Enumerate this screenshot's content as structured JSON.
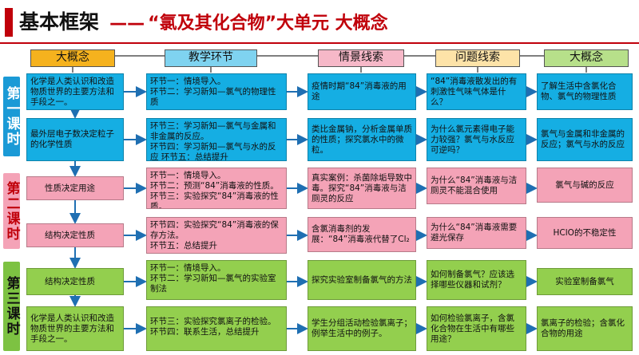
{
  "title": {
    "main": "基本框架",
    "dash": "——",
    "sub": "“氯及其化合物”大单元 大概念"
  },
  "colors": {
    "accent": "#c0000a",
    "blue": "#15aee3",
    "pink": "#f4a3b7",
    "green": "#93cf4e"
  },
  "headers": [
    "大概念",
    "教学环节",
    "情景线索",
    "问题线索",
    "大概念"
  ],
  "lessons": [
    {
      "label": "第一课时",
      "color": "#1a9ad6"
    },
    {
      "label": "第二课时",
      "color": "#f4a3b7"
    },
    {
      "label": "第三课时",
      "color": "#7dc242"
    }
  ],
  "rows": [
    {
      "c0": "化学是人类认识和改造物质世界的主要方法和手段之一。",
      "c1": [
        "环节一：情境导入。",
        "环节二：学习新知—氯气的物理性质"
      ],
      "c2": "疫情时期“84”消毒液的用途",
      "c3": "“84”消毒液散发出的有刺激性气味气体是什么？",
      "c4": "了解生活中含氯化合物、氯气的物理性质"
    },
    {
      "c0": "最外层电子数决定粒子的化学性质",
      "c1": [
        "环节三：学习新知—氯气与金属和非金属的反应。",
        "环节四：学习新知—氯气与水的反应     环节五：总结提升"
      ],
      "c2": "类比金属钠，分析金属单质的性质；探究氯水中的微粒。",
      "c3": "为什么氯元素得电子能力较强？氯气与水反应可逆吗？",
      "c4": "氯气与金属和非金属的反应；氯气与水的反应"
    },
    {
      "c0": "性质决定用途",
      "c1": [
        "环节一：情境导入。",
        "环节二：预测“84”消毒液的性质。",
        "环节三：实验探究“84”消毒液的性质。"
      ],
      "c2": "真实案例：杀菌除垢导致中毒。探究“84”消毒液与洁厕灵的反应",
      "c3": "为什么“84”消毒液与洁厕灵不能混合使用",
      "c4": "氯气与碱的反应"
    },
    {
      "c0": "结构决定性质",
      "c1": [
        "环节四：实验探究“84”消毒液的保存方法。",
        "环节五：总结提升"
      ],
      "c2": "含氯消毒剂的发展：“84”消毒液代替了Cl₂",
      "c3": "为什么“84”消毒液需要避光保存",
      "c4": "HClO的不稳定性"
    },
    {
      "c0": "结构决定性质",
      "c1": [
        "环节一：情境导入。",
        "环节二：学习新知—氯气的实验室制法"
      ],
      "c2": "探究实验室制备氯气的方法",
      "c3": "如何制备氯气？应该选择哪些仪器和试剂？",
      "c4": "实验室制备氯气"
    },
    {
      "c0": "化学是人类认识和改造物质世界的主要方法和手段之一。",
      "c1": [
        "环节三：实验探究氯离子的检验。",
        "环节四：联系生活，总结提升"
      ],
      "c2": "学生分组活动检验氯离子；例举生活中的例子。",
      "c3": "如何检验氯离子，含氯化合物在生活中有哪些用途？",
      "c4": "氯离子的检验；含氯化合物的用途"
    }
  ]
}
